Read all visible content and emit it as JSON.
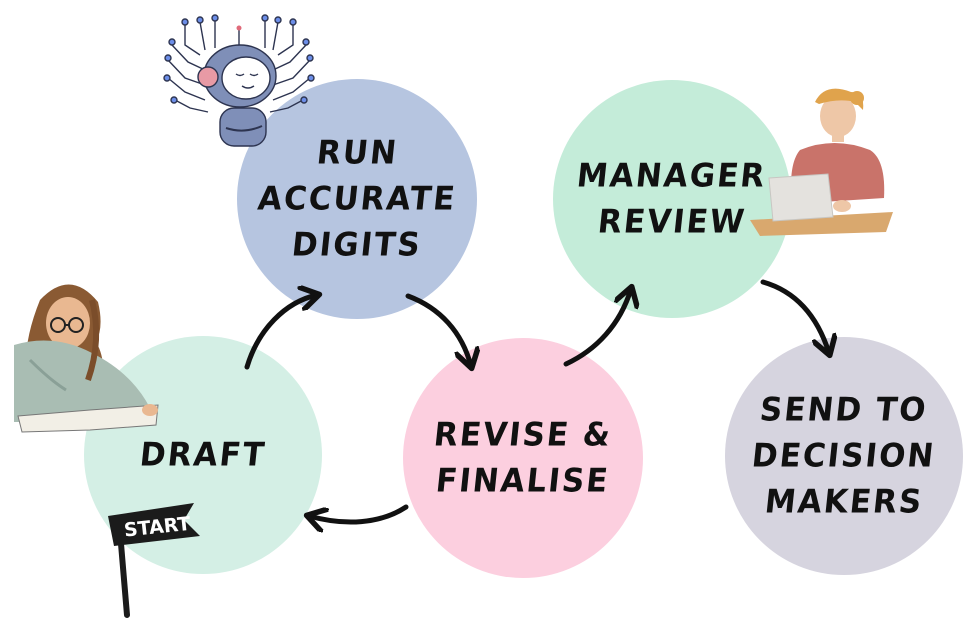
{
  "diagram": {
    "nodes": [
      {
        "id": "draft",
        "label": "DRAFT",
        "color": "#d4efe5"
      },
      {
        "id": "run",
        "label": "RUN ACCURATE DIGITS",
        "color": "#b6c5e0"
      },
      {
        "id": "revise",
        "label": "REVISE & FINALISE",
        "color": "#fccfdf"
      },
      {
        "id": "manager",
        "label": "MANAGER REVIEW",
        "color": "#c4ecd9"
      },
      {
        "id": "send",
        "label": "SEND TO DECISION MAKERS",
        "color": "#d6d4df"
      }
    ],
    "node_lines": {
      "draft": [
        "DRAFT"
      ],
      "run": [
        "RUN",
        "ACCURATE",
        "DIGITS"
      ],
      "revise": [
        "REVISE &",
        "FINALISE"
      ],
      "manager": [
        "MANAGER",
        "REVIEW"
      ],
      "send": [
        "SEND TO",
        "DECISION",
        "MAKERS"
      ]
    },
    "edges": [
      {
        "from": "draft",
        "to": "run"
      },
      {
        "from": "run",
        "to": "revise"
      },
      {
        "from": "revise",
        "to": "draft"
      },
      {
        "from": "revise",
        "to": "manager"
      },
      {
        "from": "manager",
        "to": "send"
      }
    ],
    "start_flag": {
      "label": "START"
    },
    "illustrations": [
      "robot-icon",
      "woman-reading-icon",
      "woman-laptop-icon",
      "start-flag-icon"
    ]
  }
}
